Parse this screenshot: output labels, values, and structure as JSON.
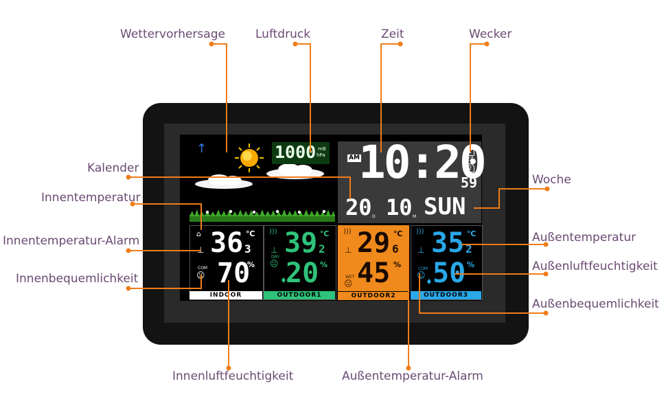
{
  "labels": {
    "forecast": "Wettervorhersage",
    "pressure": "Luftdruck",
    "time": "Zeit",
    "alarm": "Wecker",
    "calendar": "Kalender",
    "week": "Woche",
    "indoor_temp": "Innentemperatur",
    "indoor_temp_alarm": "Innentemperatur-Alarm",
    "indoor_comfort": "Innenbequemlichkeit",
    "outdoor_temp": "Außentemperatur",
    "outdoor_humidity": "Außenluftfeuchtigkeit",
    "outdoor_comfort": "Außenbequemlichkeit",
    "indoor_humidity": "Innenluftfeuchtigkeit",
    "outdoor_temp_alarm": "Außentemperatur-Alarm"
  },
  "display": {
    "pressure": "1000",
    "pressure_unit_mb": "mB",
    "pressure_unit_hpa": "hPa",
    "ampm": "AM",
    "time": "10:20",
    "seconds": "59",
    "alarm1": "1",
    "alarm2": "2",
    "snooze": "zZ",
    "day": "20",
    "day_marker": "D",
    "month": "10",
    "month_marker": "M",
    "weekday": "SUN"
  },
  "panels": [
    {
      "label": "INDOOR",
      "temp": "36",
      "temp_dec": "3",
      "humidity": "70",
      "color": "#ffffff",
      "comfort": "COM",
      "unit_c": "℃",
      "unit_pct": "%"
    },
    {
      "label": "OUTDOOR1",
      "temp": "39",
      "temp_dec": "2",
      "humidity": "20",
      "color": "#2fc27a",
      "comfort": "DRY",
      "unit_c": "℃",
      "unit_pct": "%"
    },
    {
      "label": "OUTDOOR2",
      "temp": "29",
      "temp_dec": "6",
      "humidity": "45",
      "color": "#f08a1c",
      "comfort": "WET",
      "unit_c": "℃",
      "unit_pct": "%"
    },
    {
      "label": "OUTDOOR3",
      "temp": "35",
      "temp_dec": "2",
      "humidity": "50",
      "color": "#2aa8e8",
      "comfort": "COM",
      "unit_c": "℃",
      "unit_pct": "%"
    }
  ],
  "colors": {
    "leader": "#f07d18",
    "label_text": "#6a4a73"
  }
}
